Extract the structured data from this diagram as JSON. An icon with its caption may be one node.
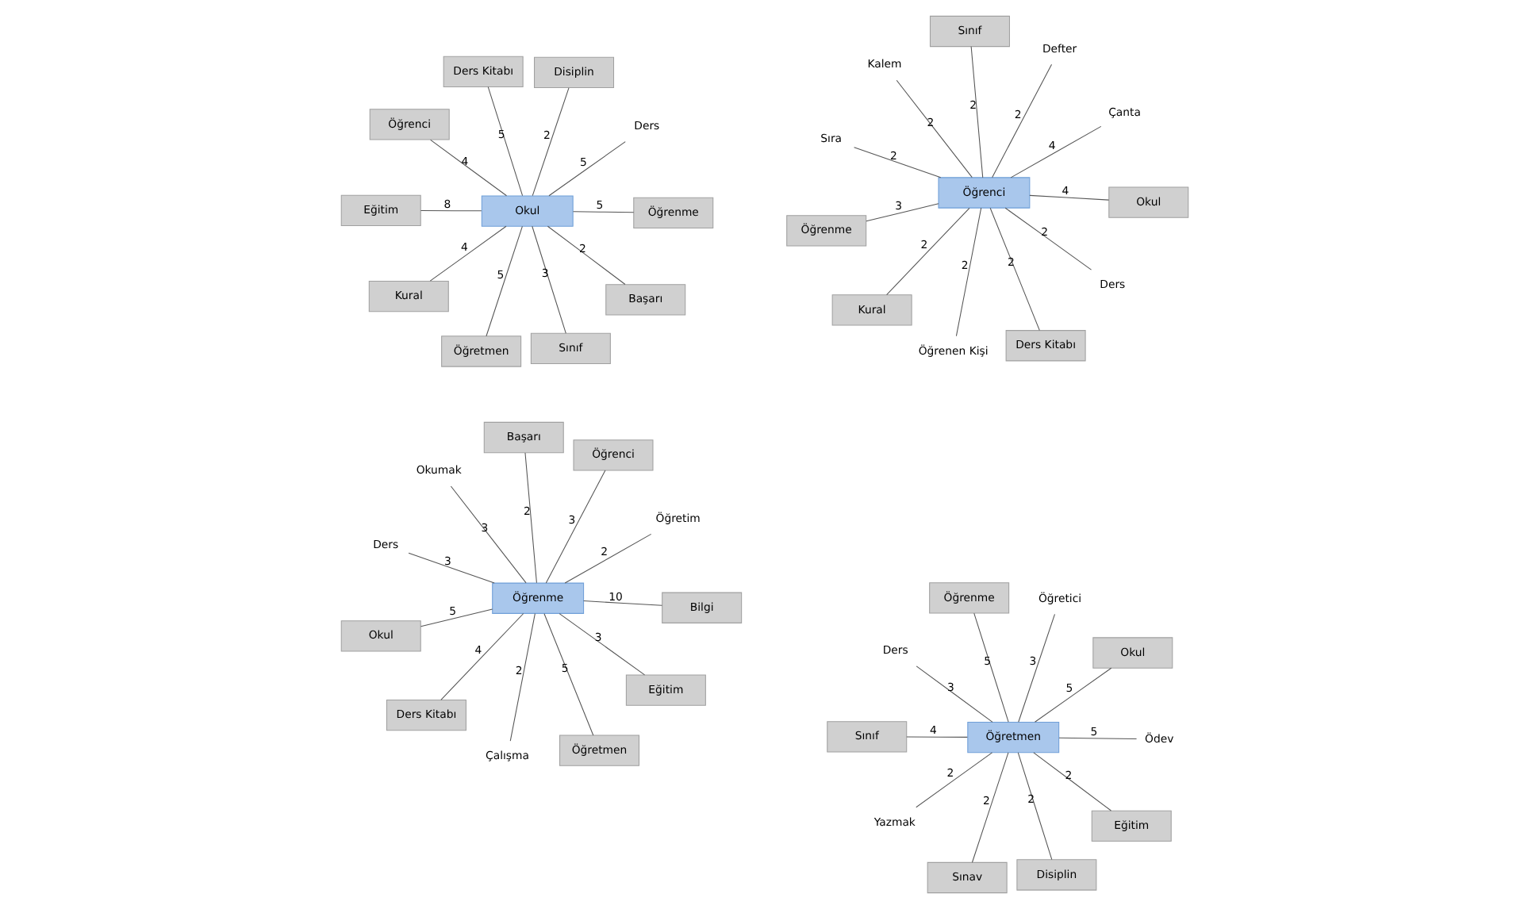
{
  "diagram": {
    "nodes": [
      {
        "text": [
          "Okul"
        ]
      },
      {
        "text": [
          "Ders"
        ]
      },
      {
        "text": [
          "Öğretmen"
        ]
      },
      {
        "text": [
          "Ders Kitabı"
        ]
      },
      {
        "text": [
          "Disiplin"
        ]
      },
      {
        "text": [
          "Öğrenci"
        ]
      },
      {
        "text": [
          "Eğitim"
        ]
      },
      {
        "text": [
          "Öğrenme"
        ]
      },
      {
        "text": [
          "Kural"
        ]
      },
      {
        "text": [
          "Başarı"
        ]
      },
      {
        "text": [
          "Sınıf"
        ]
      },
      {
        "text": [
          "Öğrenme"
        ]
      },
      {
        "text": [
          "Öğretim"
        ]
      },
      {
        "text": [
          "Çalışma"
        ]
      },
      {
        "text": [
          "Okumak"
        ]
      },
      {
        "text": [
          "Öğrenci"
        ]
      },
      {
        "text": [
          "Başarı"
        ]
      },
      {
        "text": [
          "Okul"
        ]
      },
      {
        "text": [
          "Bilgi"
        ]
      },
      {
        "text": [
          "Ders Kitabı"
        ]
      },
      {
        "text": [
          "Öğretmen"
        ]
      },
      {
        "text": [
          "Eğitim"
        ]
      },
      {
        "text": [
          "Ders"
        ]
      },
      {
        "text": [
          "Öğrenci"
        ]
      },
      {
        "text": [
          "Çanta"
        ]
      },
      {
        "text": [
          "Öğrenen Kişi"
        ]
      },
      {
        "text": [
          "Kalem"
        ]
      },
      {
        "text": [
          "Defter"
        ]
      },
      {
        "text": [
          "Sınıf"
        ]
      },
      {
        "text": [
          "Öğrenme"
        ]
      },
      {
        "text": [
          "Okul"
        ]
      },
      {
        "text": [
          "Kural"
        ]
      },
      {
        "text": [
          "Ders Kitabı"
        ]
      },
      {
        "text": [
          "Ders"
        ]
      },
      {
        "text": [
          "Sıra"
        ]
      },
      {
        "text": [
          "Öğretmen"
        ]
      },
      {
        "text": [
          "Okul"
        ]
      },
      {
        "text": [
          "Sınav"
        ]
      },
      {
        "text": [
          "Öğrenme"
        ]
      },
      {
        "text": [
          "Öğretici"
        ]
      },
      {
        "text": [
          "Ders"
        ]
      },
      {
        "text": [
          "Sınıf"
        ]
      },
      {
        "text": [
          "Ödev"
        ]
      },
      {
        "text": [
          "Yazmak"
        ]
      },
      {
        "text": [
          "Eğitim"
        ]
      },
      {
        "text": [
          "Disiplin"
        ]
      }
    ],
    "edges": [
      {
        "from": 0,
        "to": 1,
        "arrow": "none",
        "label": "5"
      },
      {
        "from": 0,
        "to": 2,
        "arrow": "none",
        "label": "5"
      },
      {
        "from": 0,
        "to": 3,
        "arrow": "none",
        "label": "5"
      },
      {
        "from": 0,
        "to": 4,
        "arrow": "none",
        "label": "2"
      },
      {
        "from": 0,
        "to": 5,
        "arrow": "none",
        "label": "4"
      },
      {
        "from": 0,
        "to": 6,
        "arrow": "none",
        "label": "8"
      },
      {
        "from": 0,
        "to": 7,
        "arrow": "none",
        "label": "5"
      },
      {
        "from": 0,
        "to": 8,
        "arrow": "none",
        "label": "4"
      },
      {
        "from": 0,
        "to": 9,
        "arrow": "none",
        "label": "2"
      },
      {
        "from": 0,
        "to": 10,
        "arrow": "none",
        "label": "3"
      },
      {
        "from": 11,
        "to": 12,
        "arrow": "none",
        "label": "2"
      },
      {
        "from": 11,
        "to": 13,
        "arrow": "none",
        "label": "2"
      },
      {
        "from": 11,
        "to": 14,
        "arrow": "none",
        "label": "3"
      },
      {
        "from": 11,
        "to": 15,
        "arrow": "none",
        "label": "3"
      },
      {
        "from": 11,
        "to": 16,
        "arrow": "none",
        "label": "2"
      },
      {
        "from": 11,
        "to": 17,
        "arrow": "none",
        "label": "5"
      },
      {
        "from": 11,
        "to": 18,
        "arrow": "none",
        "label": "10"
      },
      {
        "from": 11,
        "to": 19,
        "arrow": "none",
        "label": "4"
      },
      {
        "from": 11,
        "to": 20,
        "arrow": "none",
        "label": "5"
      },
      {
        "from": 11,
        "to": 21,
        "arrow": "none",
        "label": "3"
      },
      {
        "from": 11,
        "to": 22,
        "arrow": "none",
        "label": "3"
      },
      {
        "from": 23,
        "to": 24,
        "arrow": "none",
        "label": "4"
      },
      {
        "from": 23,
        "to": 25,
        "arrow": "none",
        "label": "2"
      },
      {
        "from": 23,
        "to": 26,
        "arrow": "none",
        "label": "2"
      },
      {
        "from": 23,
        "to": 27,
        "arrow": "none",
        "label": "2"
      },
      {
        "from": 23,
        "to": 28,
        "arrow": "none",
        "label": "2"
      },
      {
        "from": 23,
        "to": 29,
        "arrow": "none",
        "label": "3"
      },
      {
        "from": 23,
        "to": 30,
        "arrow": "none",
        "label": "4"
      },
      {
        "from": 23,
        "to": 31,
        "arrow": "none",
        "label": "2"
      },
      {
        "from": 23,
        "to": 32,
        "arrow": "none",
        "label": "2"
      },
      {
        "from": 23,
        "to": 33,
        "arrow": "none",
        "label": "2"
      },
      {
        "from": 23,
        "to": 34,
        "arrow": "none",
        "label": "2"
      },
      {
        "from": 35,
        "to": 36,
        "arrow": "none",
        "label": "5"
      },
      {
        "from": 35,
        "to": 37,
        "arrow": "none",
        "label": "2"
      },
      {
        "from": 35,
        "to": 38,
        "arrow": "none",
        "label": "5"
      },
      {
        "from": 35,
        "to": 39,
        "arrow": "none",
        "label": "3"
      },
      {
        "from": 35,
        "to": 40,
        "arrow": "none",
        "label": "3"
      },
      {
        "from": 35,
        "to": 41,
        "arrow": "none",
        "label": "4"
      },
      {
        "from": 35,
        "to": 42,
        "arrow": "none",
        "label": "5"
      },
      {
        "from": 35,
        "to": 43,
        "arrow": "none",
        "label": "2"
      },
      {
        "from": 35,
        "to": 44,
        "arrow": "none",
        "label": "2"
      },
      {
        "from": 35,
        "to": 45,
        "arrow": "none",
        "label": "2"
      }
    ]
  }
}
